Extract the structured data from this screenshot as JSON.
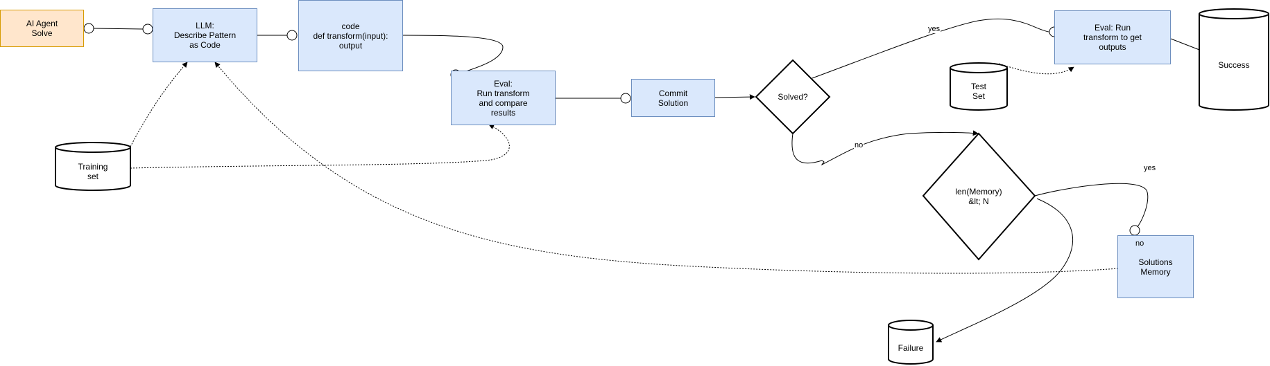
{
  "nodes": {
    "agent": [
      "AI Agent",
      "Solve"
    ],
    "llm": [
      "LLM:",
      "Describe Pattern",
      "as Code"
    ],
    "code": [
      "code",
      "def transform(input):",
      "output"
    ],
    "eval_train": [
      "Eval:",
      "Run transform",
      "and compare",
      "results"
    ],
    "commit": [
      "Commit",
      "Solution"
    ],
    "solved": [
      "Solved?"
    ],
    "eval_test": [
      "Eval: Run",
      "transform to get",
      "outputs"
    ],
    "success": [
      "Success"
    ],
    "test_set": [
      "Test",
      "Set"
    ],
    "training_set": [
      "Training",
      "set"
    ],
    "memory_check": [
      "len(Memory)",
      "&lt; N"
    ],
    "solutions_memory": [
      "Solutions",
      "Memory"
    ],
    "failure": [
      "Failure"
    ]
  },
  "edge_labels": {
    "solved_yes": "yes",
    "solved_no": "no",
    "memory_yes": "yes",
    "memory_no": "no"
  },
  "colors": {
    "process_fill": "#dae8fc",
    "process_stroke": "#6c8ebf",
    "start_fill": "#ffe6cc",
    "start_stroke": "#d79b00"
  }
}
